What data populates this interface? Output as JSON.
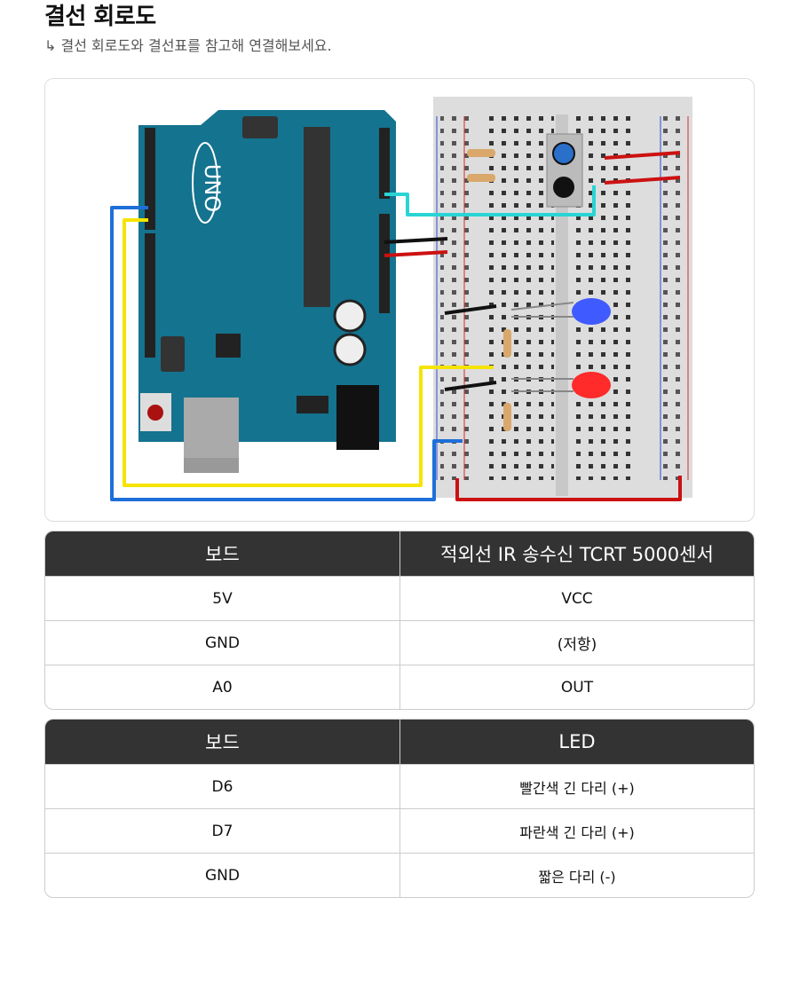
{
  "header": {
    "title": "결선 회로도",
    "subtitle": "↳ 결선 회로도와 결선표를 참고해 연결해보세요."
  },
  "diagram": {
    "board_label": "UNO",
    "wire_colors": {
      "blue": "#1e6fd9",
      "yellow": "#f5e400",
      "cyan": "#2ad4d4",
      "black": "#111111",
      "red": "#cc1111"
    },
    "led_colors": [
      "#3f5bff",
      "#ff2a2a"
    ]
  },
  "sensor_table": {
    "headers": [
      "보드",
      "적외선 IR 송수신 TCRT 5000센서"
    ],
    "rows": [
      [
        "5V",
        "VCC"
      ],
      [
        "GND",
        "(저항)"
      ],
      [
        "A0",
        "OUT"
      ]
    ]
  },
  "led_table": {
    "headers": [
      "보드",
      "LED"
    ],
    "rows": [
      [
        "D6",
        "빨간색 긴 다리 (+)"
      ],
      [
        "D7",
        "파란색 긴 다리 (+)"
      ],
      [
        "GND",
        "짧은 다리 (-)"
      ]
    ]
  }
}
